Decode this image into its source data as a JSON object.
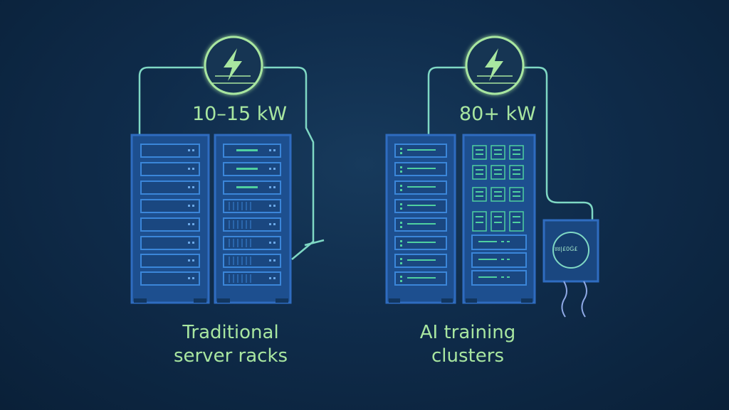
{
  "left_panel": {
    "power_value": "10–15 kW",
    "caption_line1": "Traditional",
    "caption_line2": "server racks",
    "icon": "lightning-bolt-icon"
  },
  "right_panel": {
    "power_value": "80+ kW",
    "caption_line1": "AI training",
    "caption_line2": "clusters",
    "icon": "lightning-bolt-icon",
    "power_unit_label": "ʬʬ|£0Ġ£"
  },
  "colors": {
    "background": "#0f2c4b",
    "accent_green": "#a8e6a0",
    "wire_teal": "#7fd8c4",
    "rack_fill": "#1d4f8f",
    "rack_border": "#2f6cc0"
  }
}
